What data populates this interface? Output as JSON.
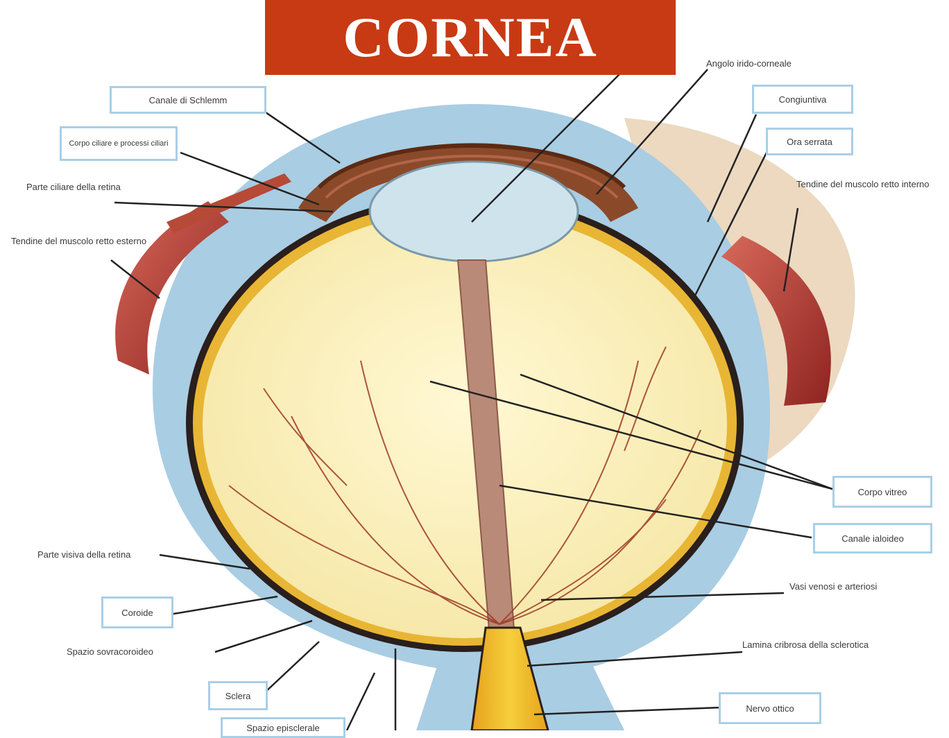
{
  "title": "CORNEA",
  "colors": {
    "banner": "#c83a14",
    "sclera": "#a9cde3",
    "choroid_brown": "#8a4a2a",
    "vitreous": "#fbf3c4",
    "retina_yellow": "#e8b634",
    "lens": "#cfe3ec",
    "label_box_border": "#a9cfe6"
  },
  "labels": {
    "canale_schlemm": "Canale di Schlemm",
    "corpo_ciliare": "Corpo ciliare e processi ciliari",
    "parte_ciliare_retina": "Parte ciliare della retina",
    "tendine_retto_esterno": "Tendine del muscolo retto esterno",
    "angolo_irido_corneale": "Angolo irido-corneale",
    "congiuntiva": "Congiuntiva",
    "ora_serrata": "Ora serrata",
    "tendine_retto_interno": "Tendine del muscolo retto interno",
    "corpo_vitreo": "Corpo vitreo",
    "canale_ialoideo": "Canale ialoideo",
    "vasi_venosi": "Vasi venosi e arteriosi",
    "parte_visiva_retina": "Parte visiva della retina",
    "coroide": "Coroide",
    "spazio_sovracoroideo": "Spazio sovracoroideo",
    "lamina_cribrosa": "Lamina cribrosa della sclerotica",
    "sclera": "Sclera",
    "nervo_ottico": "Nervo ottico",
    "spazio_episclerale": "Spazio episclerale"
  }
}
